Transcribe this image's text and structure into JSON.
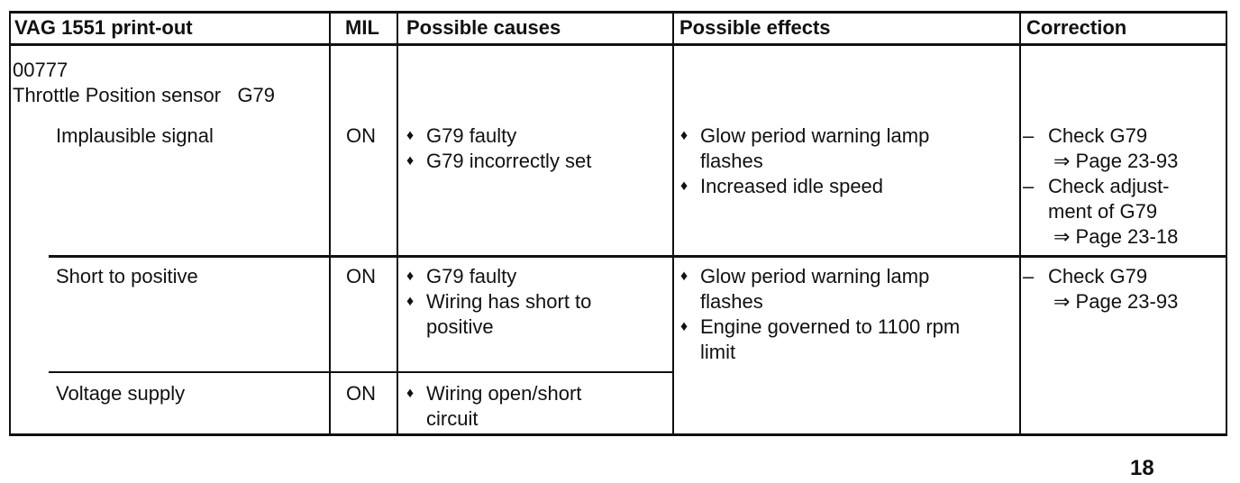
{
  "headers": {
    "printout": "VAG 1551 print-out",
    "mil": "MIL",
    "causes": "Possible causes",
    "effects": "Possible effects",
    "correction": "Correction"
  },
  "fault": {
    "code": "00777",
    "component": "Throttle Position sensor   G79"
  },
  "rows": [
    {
      "symptom": "Implausible signal",
      "mil": "ON",
      "causes": [
        [
          "G79 faulty"
        ],
        [
          "G79 incorrectly set"
        ]
      ],
      "effects": [
        [
          "Glow period warning lamp",
          "flashes"
        ],
        [
          "Increased idle speed"
        ]
      ],
      "corrections": [
        [
          "Check G79",
          "⇒ Page 23-93"
        ],
        [
          "Check adjust-",
          "ment of G79",
          "⇒ Page 23-18"
        ]
      ]
    },
    {
      "symptom": "Short to positive",
      "mil": "ON",
      "causes": [
        [
          "G79 faulty"
        ],
        [
          "Wiring has short to",
          "positive"
        ]
      ],
      "effects": [
        [
          "Glow period warning lamp",
          "flashes"
        ],
        [
          "Engine governed to 1100 rpm",
          "limit"
        ]
      ],
      "corrections": [
        [
          "Check G79",
          "⇒ Page 23-93"
        ]
      ]
    },
    {
      "symptom": "Voltage supply",
      "mil": "ON",
      "causes": [
        [
          "Wiring open/short",
          "circuit"
        ]
      ]
    }
  ],
  "bullet_glyph": "♦",
  "dash_glyph": "–",
  "page_number": "18"
}
